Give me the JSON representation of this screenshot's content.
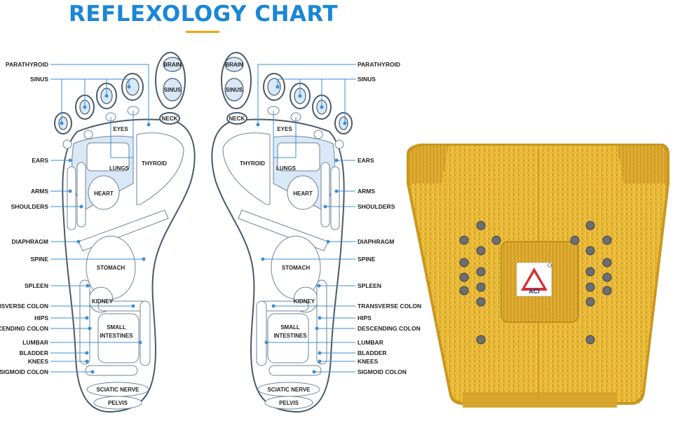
{
  "title": "REFLEXOLOGY CHART",
  "labels_left": [
    "PARATHYROID",
    "SINUS",
    "EARS",
    "ARMS",
    "SHOULDERS",
    "DIAPHRAGM",
    "SPINE",
    "SPLEEN",
    "TRANSVERSE COLON",
    "HIPS",
    "DESCENDING COLON",
    "LUMBAR",
    "BLADDER",
    "KNEES",
    "SIGMOID COLON"
  ],
  "labels_right": [
    "PARATHYROID",
    "SINUS",
    "EARS",
    "ARMS",
    "SHOULDERS",
    "DIAPHRAGM",
    "SPINE",
    "SPLEEN",
    "TRANSVERSE COLON",
    "HIPS",
    "DESCENDING COLON",
    "LUMBAR",
    "BLADDER",
    "KNEES",
    "SIGMOID COLON"
  ],
  "organs": {
    "brain": "BRAIN",
    "sinus": "SINUS",
    "neck": "NECK",
    "eyes": "EYES",
    "lungs": "LUNGS",
    "thyroid": "THYROID",
    "heart": "HEART",
    "stomach": "STOMACH",
    "kidney": "KIDNEY",
    "small_intestines_1": "SMALL",
    "small_intestines_2": "INTESTINES",
    "sciatic": "SCIATIC NERVE",
    "pelvis": "PELVIS"
  },
  "mat_logo": "ACi",
  "colors": {
    "title": "#1a86d6",
    "accent": "#f0a500",
    "leader": "#3a8fd6",
    "mat": "#eab935"
  }
}
